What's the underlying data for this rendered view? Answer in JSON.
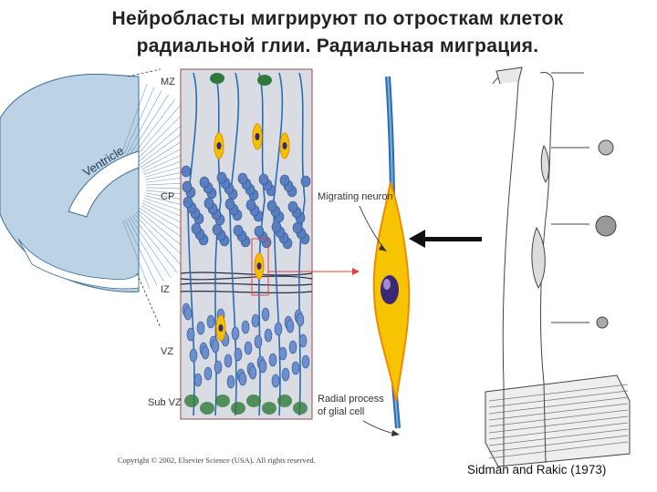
{
  "title": {
    "line1": "Нейробласты мигрируют по отросткам клеток",
    "line2": "радиальной глии. Радиальная миграция."
  },
  "brain_section": {
    "ventricle_label": "Ventricle"
  },
  "cortex_zones": [
    "MZ",
    "CP",
    "IZ",
    "VZ",
    "Sub VZ"
  ],
  "callouts": {
    "migrating_neuron": "Migrating neuron",
    "radial_process_line1": "Radial process",
    "radial_process_line2": "of glial cell"
  },
  "copyright": "Copyright © 2002, Elsevier Science (USA). All rights reserved.",
  "credit": "Sidman and Rakic (1973)",
  "colors": {
    "glia": "#2b6cb0",
    "neuron": "#f2c200",
    "neuron_edge": "#f08a00",
    "nucleus": "#3b2a73",
    "panel_bg": "#d9dde3",
    "arrow_red": "#e04040"
  }
}
